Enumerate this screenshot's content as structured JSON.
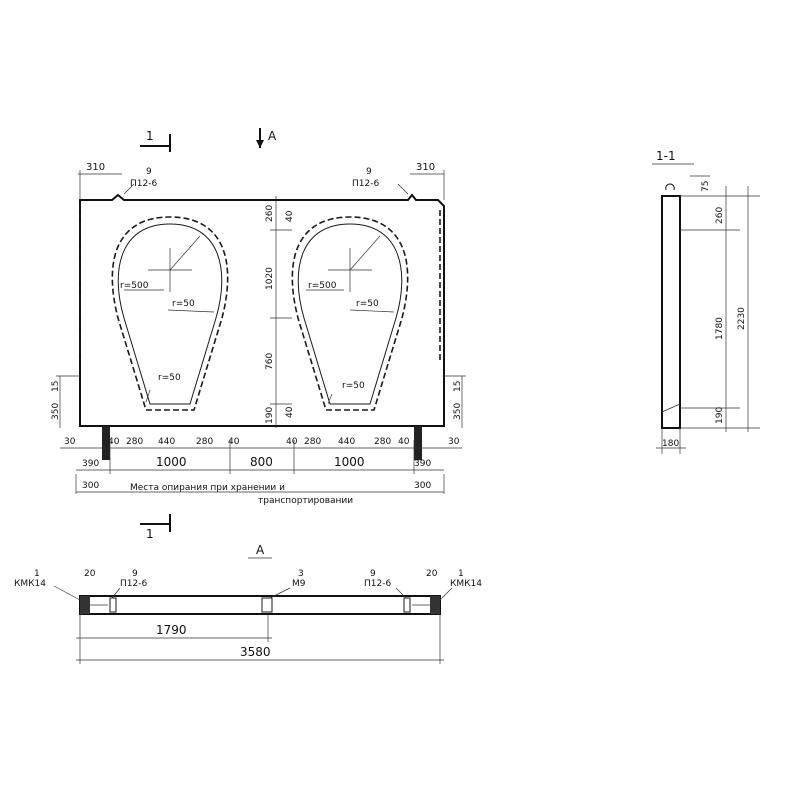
{
  "front_view": {
    "section_mark": "1",
    "view_mark": "A",
    "top_left_dim": "310",
    "top_right_dim": "310",
    "loop_left": {
      "number": "9",
      "code": "П12-6"
    },
    "loop_right": {
      "number": "9",
      "code": "П12-6"
    },
    "vert_dims": [
      "260",
      "40",
      "1020",
      "760",
      "190",
      "40"
    ],
    "radius_labels": [
      "r=500",
      "r=50",
      "r=50"
    ],
    "left_side_dims": [
      "15",
      "350"
    ],
    "right_side_dims": [
      "15",
      "350"
    ],
    "bottom_row": [
      "30",
      "40",
      "280",
      "440",
      "280",
      "40",
      "40",
      "280",
      "440",
      "280",
      "40",
      "30"
    ],
    "middle_row": [
      "390",
      "1000",
      "800",
      "1000",
      "390"
    ],
    "support_row": [
      "300",
      "300"
    ],
    "support_note_line1": "Места опирания при хранении и",
    "support_note_line2": "транспортировании"
  },
  "section_view": {
    "title": "1-1",
    "dims": [
      "75",
      "260",
      "1780",
      "190",
      "2230",
      "180"
    ]
  },
  "plan_view": {
    "title": "A",
    "item_left": {
      "number": "1",
      "code": "КМК14"
    },
    "item_left_dim": "20",
    "item_loop_left": {
      "number": "9",
      "code": "П12-6"
    },
    "item_center": {
      "number": "3",
      "code": "М9"
    },
    "item_loop_right": {
      "number": "9",
      "code": "П12-6"
    },
    "item_right": {
      "number": "1",
      "code": "КМК14"
    },
    "item_right_dim": "20",
    "half_length": "1790",
    "total_length": "3580"
  }
}
